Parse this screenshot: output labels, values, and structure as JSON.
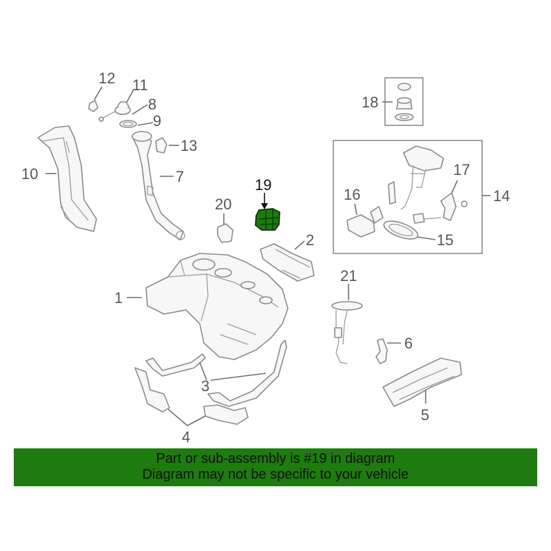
{
  "callouts": {
    "n1": "1",
    "n2": "2",
    "n3": "3",
    "n4": "4",
    "n5": "5",
    "n6": "6",
    "n7": "7",
    "n8": "8",
    "n9": "9",
    "n10": "10",
    "n11": "11",
    "n12": "12",
    "n13": "13",
    "n14": "14",
    "n15": "15",
    "n16": "16",
    "n17": "17",
    "n18": "18",
    "n19": "19",
    "n20": "20",
    "n21": "21"
  },
  "highlight": {
    "part": "19",
    "color": "#1e7b0f"
  },
  "banner": {
    "line1": "Part or sub-assembly is #19 in diagram",
    "line2": "Diagram may not be specific to your vehicle",
    "color": "#1e7b0f"
  }
}
